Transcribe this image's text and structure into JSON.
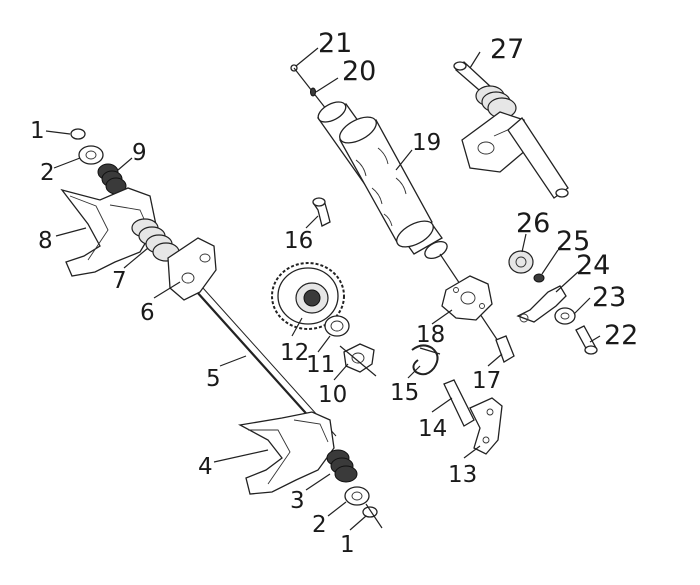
{
  "labels": {
    "l1a": "1",
    "l1b": "1",
    "l2a": "2",
    "l2b": "2",
    "l3": "3",
    "l4": "4",
    "l5": "5",
    "l6": "6",
    "l7": "7",
    "l8": "8",
    "l9": "9",
    "l10": "10",
    "l11": "11",
    "l12": "12",
    "l13": "13",
    "l14": "14",
    "l15": "15",
    "l16": "16",
    "l17": "17",
    "l18": "18",
    "l19": "19",
    "l20": "20",
    "l21": "21",
    "l22": "22",
    "l23": "23",
    "l24": "24",
    "l25": "25",
    "l26": "26",
    "l27": "27"
  }
}
